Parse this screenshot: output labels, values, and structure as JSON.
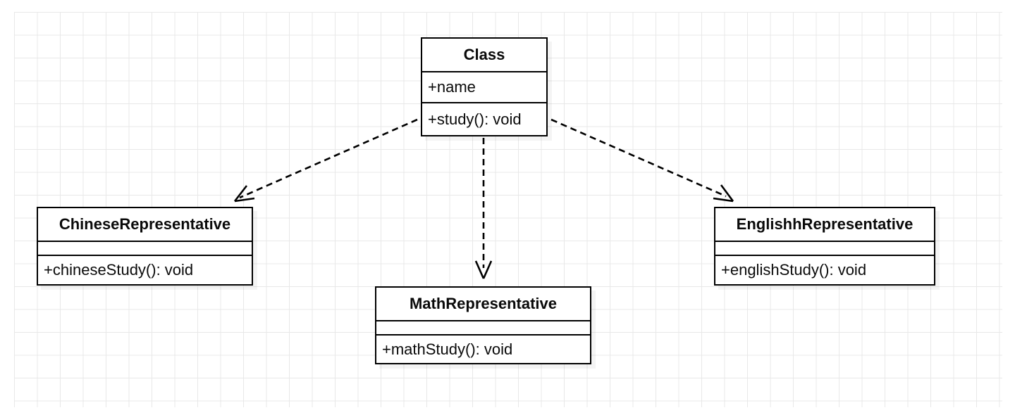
{
  "diagram": {
    "type": "uml-class-diagram",
    "background": "#ffffff",
    "grid_color": "#e8e8e8",
    "line_color": "#000000",
    "classes": [
      {
        "id": "class",
        "name": "Class",
        "attributes": [
          "+name"
        ],
        "operations": [
          "+study(): void"
        ]
      },
      {
        "id": "chinese",
        "name": "ChineseRepresentative",
        "attributes": [
          ""
        ],
        "operations": [
          "+chineseStudy(): void"
        ]
      },
      {
        "id": "math",
        "name": "MathRepresentative",
        "attributes": [
          ""
        ],
        "operations": [
          "+mathStudy(): void"
        ]
      },
      {
        "id": "english",
        "name": "EnglishhRepresentative",
        "attributes": [
          ""
        ],
        "operations": [
          "+englishStudy(): void"
        ]
      }
    ],
    "relationships": [
      {
        "id": "rel-chinese",
        "from": "class",
        "to": "chinese",
        "style": "dashed",
        "arrow": "open",
        "kind": "realization"
      },
      {
        "id": "rel-math",
        "from": "class",
        "to": "math",
        "style": "dashed",
        "arrow": "open",
        "kind": "realization"
      },
      {
        "id": "rel-english",
        "from": "class",
        "to": "english",
        "style": "dashed",
        "arrow": "open",
        "kind": "realization"
      }
    ]
  }
}
